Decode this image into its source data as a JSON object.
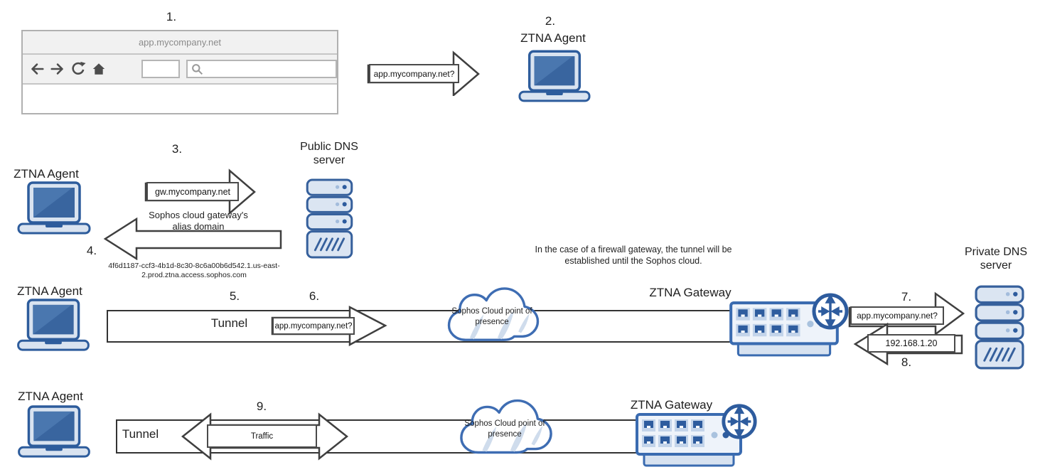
{
  "steps": {
    "s1": "1.",
    "s2": "2.",
    "s3": "3.",
    "s4": "4.",
    "s5": "5.",
    "s6": "6.",
    "s7": "7.",
    "s8": "8.",
    "s9": "9."
  },
  "browser": {
    "tab_title": "app.mycompany.net"
  },
  "labels": {
    "ztna_agent": "ZTNA Agent",
    "ztna_gateway": "ZTNA Gateway",
    "tunnel": "Tunnel",
    "public_dns": "Public DNS server",
    "private_dns": "Private DNS server",
    "cloud_pop": "Sophos Cloud point of presence"
  },
  "messages": {
    "app_query": "app.mycompany.net?",
    "gw_query": "gw.mycompany.net",
    "alias_note": "Sophos cloud gateway's alias domain",
    "alias_domain": "4f6d1187-ccf3-4b1d-8c30-8c6a00b6d542.1.us-east-2.prod.ztna.access.sophos.com",
    "resolved_ip": "192.168.1.20",
    "traffic": "Traffic"
  },
  "annotation": "In the case of a firewall gateway, the tunnel will be established until the Sophos cloud.",
  "icons": {
    "browser": [
      "back-icon",
      "forward-icon",
      "reload-icon",
      "home-icon",
      "search-icon"
    ],
    "diagram": [
      "laptop-icon",
      "server-icon",
      "switch-icon",
      "router-badge-icon",
      "cloud-icon"
    ]
  },
  "colors": {
    "icon_blue": "#2e5c9e",
    "icon_blue_mid": "#3a6bb0",
    "icon_fill_light": "#d9e3f0",
    "arrow_outline": "#3f3f3f",
    "text": "#1f1f1f",
    "browser_text": "#8a8a8a"
  }
}
